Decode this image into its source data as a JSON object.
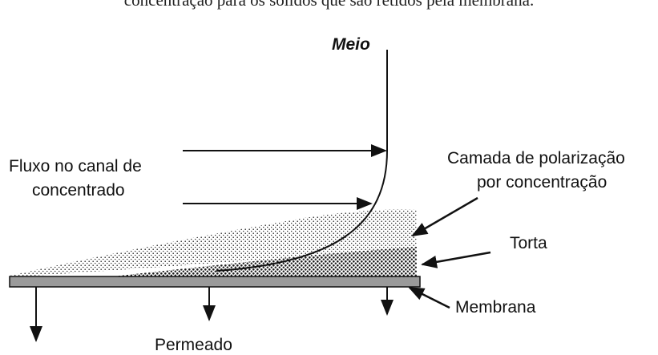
{
  "caption_partial": "concentração para os sólidos que são retidos pela membrana.",
  "labels": {
    "meio": "Meio",
    "fluxo_line1": "Fluxo no canal de",
    "fluxo_line2": "concentrado",
    "camada_line1": "Camada de polarização",
    "camada_line2": "por concentração",
    "torta": "Torta",
    "membrana": "Membrana",
    "permeado": "Permeado"
  },
  "colors": {
    "ink": "#111111",
    "membrane_fill": "#9a9a9a",
    "stipple": "#2a2a2a"
  }
}
